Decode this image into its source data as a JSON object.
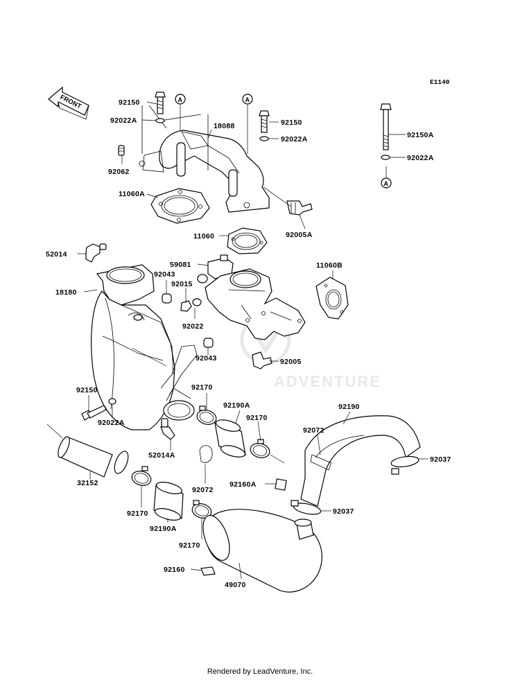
{
  "diagram_code": "E1140",
  "front_label": "FRONT",
  "reference_marker": "A",
  "watermark_text": "ADVENTURE",
  "footer_text": "Rendered by LeadVenture, Inc.",
  "colors": {
    "line": "#000000",
    "background": "#ffffff",
    "watermark": "#e6e6e6"
  },
  "parts": [
    {
      "key": "p92150_top",
      "label": "92150"
    },
    {
      "key": "p92022A_top",
      "label": "92022A"
    },
    {
      "key": "p92062",
      "label": "92062"
    },
    {
      "key": "p18088",
      "label": "18088"
    },
    {
      "key": "p92150_mid",
      "label": "92150"
    },
    {
      "key": "p92022A_mid",
      "label": "92022A"
    },
    {
      "key": "p92150A",
      "label": "92150A"
    },
    {
      "key": "p92022A_right",
      "label": "92022A"
    },
    {
      "key": "p11060A",
      "label": "11060A"
    },
    {
      "key": "p92005A",
      "label": "92005A"
    },
    {
      "key": "p11060",
      "label": "11060"
    },
    {
      "key": "p52014",
      "label": "52014"
    },
    {
      "key": "p59081",
      "label": "59081"
    },
    {
      "key": "p92043_top",
      "label": "92043"
    },
    {
      "key": "p18180",
      "label": "18180"
    },
    {
      "key": "p92015",
      "label": "92015"
    },
    {
      "key": "p11060B",
      "label": "11060B"
    },
    {
      "key": "p92022",
      "label": "92022"
    },
    {
      "key": "p92005",
      "label": "92005"
    },
    {
      "key": "p92043_low",
      "label": "92043"
    },
    {
      "key": "p92150_low",
      "label": "92150"
    },
    {
      "key": "p92170_a",
      "label": "92170"
    },
    {
      "key": "p92190A_a",
      "label": "92190A"
    },
    {
      "key": "p92190",
      "label": "92190"
    },
    {
      "key": "p92022A_low",
      "label": "92022A"
    },
    {
      "key": "p92170_b",
      "label": "92170"
    },
    {
      "key": "p52014A",
      "label": "52014A"
    },
    {
      "key": "p92072_r",
      "label": "92072"
    },
    {
      "key": "p92037_r",
      "label": "92037"
    },
    {
      "key": "p32152",
      "label": "32152"
    },
    {
      "key": "p92160A",
      "label": "92160A"
    },
    {
      "key": "p92072_m",
      "label": "92072"
    },
    {
      "key": "p92037_m",
      "label": "92037"
    },
    {
      "key": "p92170_c",
      "label": "92170"
    },
    {
      "key": "p92190A_b",
      "label": "92190A"
    },
    {
      "key": "p92170_d",
      "label": "92170"
    },
    {
      "key": "p92160",
      "label": "92160"
    },
    {
      "key": "p49070",
      "label": "49070"
    }
  ]
}
